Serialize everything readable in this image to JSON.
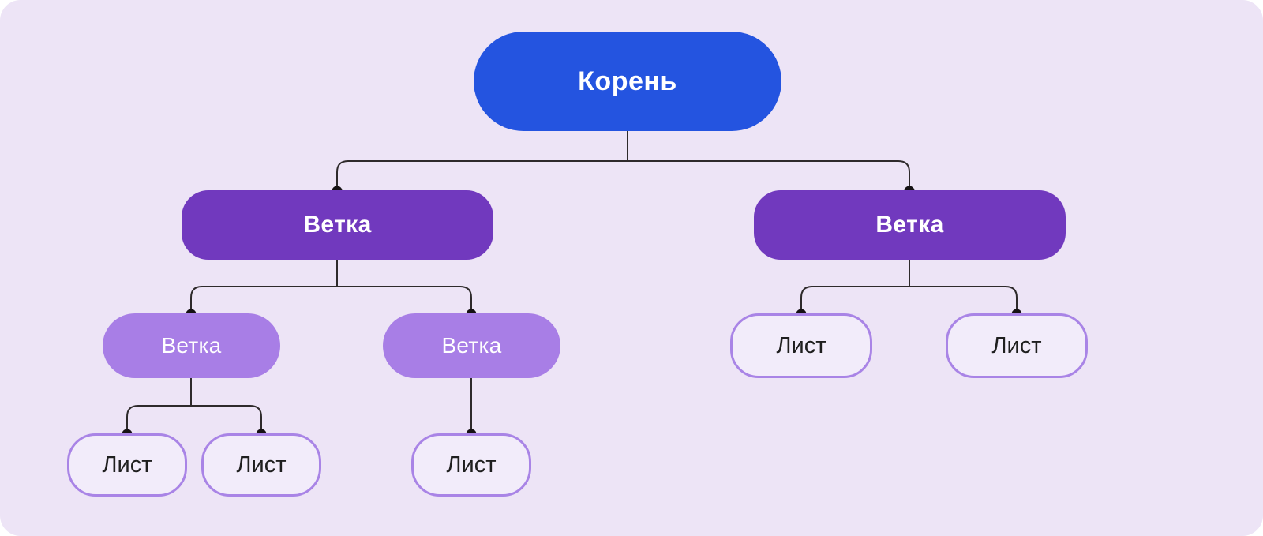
{
  "diagram": {
    "nodes": [
      {
        "id": "root",
        "label": "Корень",
        "type": "root"
      },
      {
        "id": "branch-left",
        "label": "Ветка",
        "type": "branch"
      },
      {
        "id": "branch-right",
        "label": "Ветка",
        "type": "branch"
      },
      {
        "id": "subbranch-1",
        "label": "Ветка",
        "type": "subbranch"
      },
      {
        "id": "subbranch-2",
        "label": "Ветка",
        "type": "subbranch"
      },
      {
        "id": "leaf-right-1",
        "label": "Лист",
        "type": "leaf"
      },
      {
        "id": "leaf-right-2",
        "label": "Лист",
        "type": "leaf"
      },
      {
        "id": "leaf-bottom-1",
        "label": "Лист",
        "type": "leaf"
      },
      {
        "id": "leaf-bottom-2",
        "label": "Лист",
        "type": "leaf"
      },
      {
        "id": "leaf-middle",
        "label": "Лист",
        "type": "leaf"
      }
    ],
    "colors": {
      "page": "#FFFFFF",
      "canvas": "#EDE4F6",
      "root": "#2454E0",
      "branch": "#7139BE",
      "subbranch": "#A87EE6",
      "leafBorder": "#A984E6",
      "leafFill": "#F2ECFA",
      "leafText": "#1F1F1F",
      "line": "#2E2A2B",
      "dot": "#161214"
    }
  }
}
